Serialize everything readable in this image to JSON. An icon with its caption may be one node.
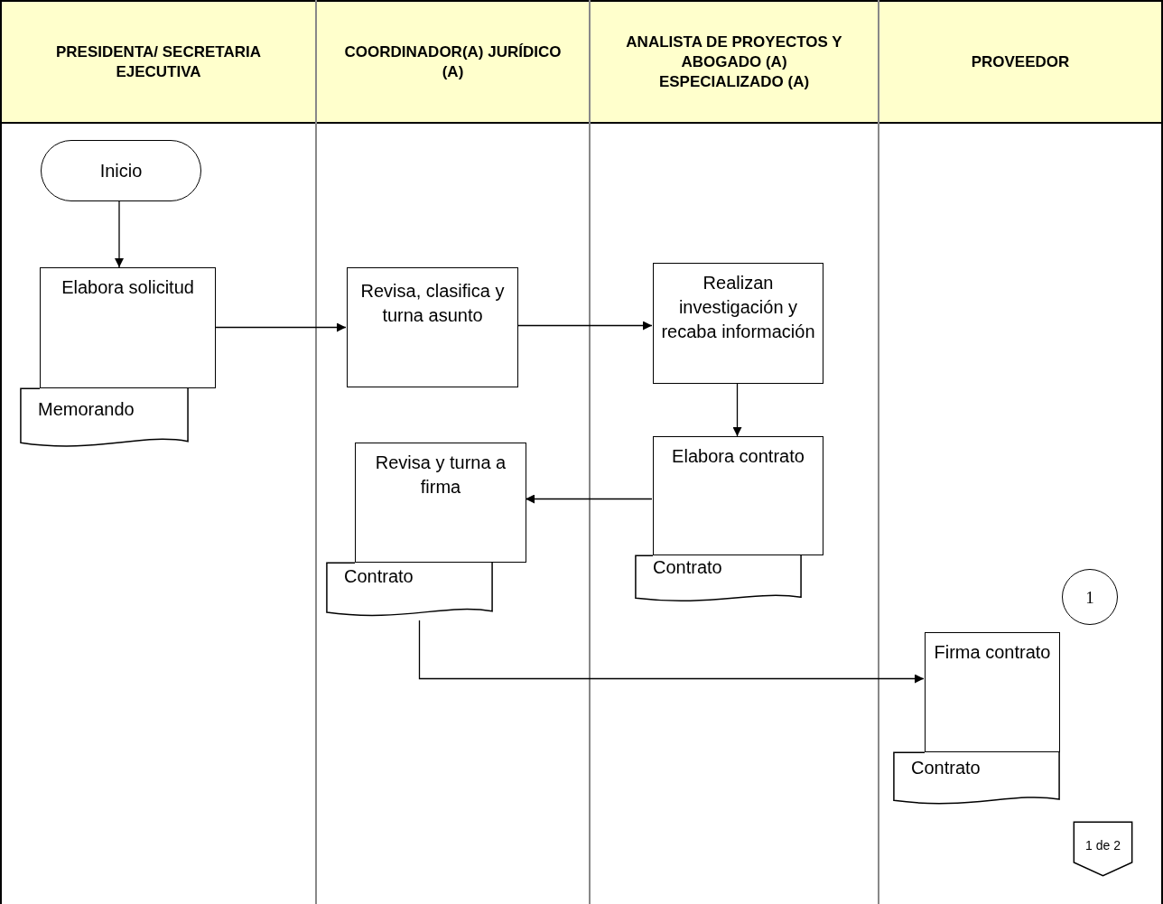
{
  "diagram": {
    "nodes": [
      {
        "text": [
          "PRESIDENTA/ SECRETARIA EJECUTIVA"
        ]
      },
      {
        "text": [
          "COORDINADOR(A) JURÍDICO (A)"
        ]
      },
      {
        "text": [
          "ANALISTA DE PROYECTOS Y ABOGADO (A) ESPECIALIZADO (A)"
        ]
      },
      {
        "text": [
          "PROVEEDOR"
        ]
      },
      {
        "text": [
          "Inicio"
        ],
        "in": 0
      },
      {
        "text": [
          "Elabora solicitud"
        ],
        "in": 0
      },
      {
        "text": [
          "Memorando"
        ],
        "in": 0
      },
      {
        "text": [
          "Revisa, clasifica y turna asunto"
        ],
        "in": 1
      },
      {
        "text": [
          "Realizan investigación y recaba información"
        ],
        "in": 2
      },
      {
        "text": [
          "Elabora contrato"
        ],
        "in": 2
      },
      {
        "text": [
          "Contrato"
        ],
        "in": 2
      },
      {
        "text": [
          "Revisa y turna a firma"
        ],
        "in": 1
      },
      {
        "text": [
          "Contrato"
        ],
        "in": 1
      },
      {
        "text": [
          "1"
        ],
        "in": 3
      },
      {
        "text": [
          "Firma contrato"
        ],
        "in": 3
      },
      {
        "text": [
          "Contrato"
        ],
        "in": 3
      },
      {
        "text": [
          "1 de 2"
        ],
        "in": 3
      }
    ],
    "edges": [
      {
        "from": 4,
        "to": 5,
        "arrow": "to"
      },
      {
        "from": 5,
        "to": 7,
        "arrow": "to"
      },
      {
        "from": 7,
        "to": 8,
        "arrow": "to"
      },
      {
        "from": 8,
        "to": 9,
        "arrow": "to"
      },
      {
        "from": 9,
        "to": 11,
        "arrow": "to"
      },
      {
        "from": 12,
        "to": 14,
        "arrow": "to"
      }
    ]
  }
}
